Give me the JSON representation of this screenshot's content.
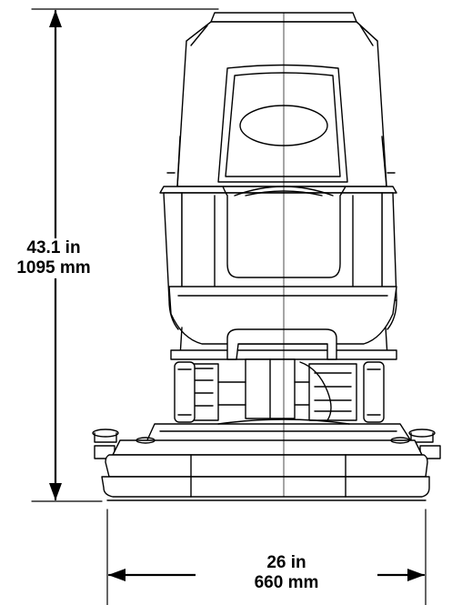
{
  "dimensions": {
    "height": {
      "imperial": "43.1 in",
      "metric": "1095 mm"
    },
    "width": {
      "imperial": "26 in",
      "metric": "660 mm"
    }
  },
  "colors": {
    "line": "#000000",
    "background": "#ffffff"
  }
}
